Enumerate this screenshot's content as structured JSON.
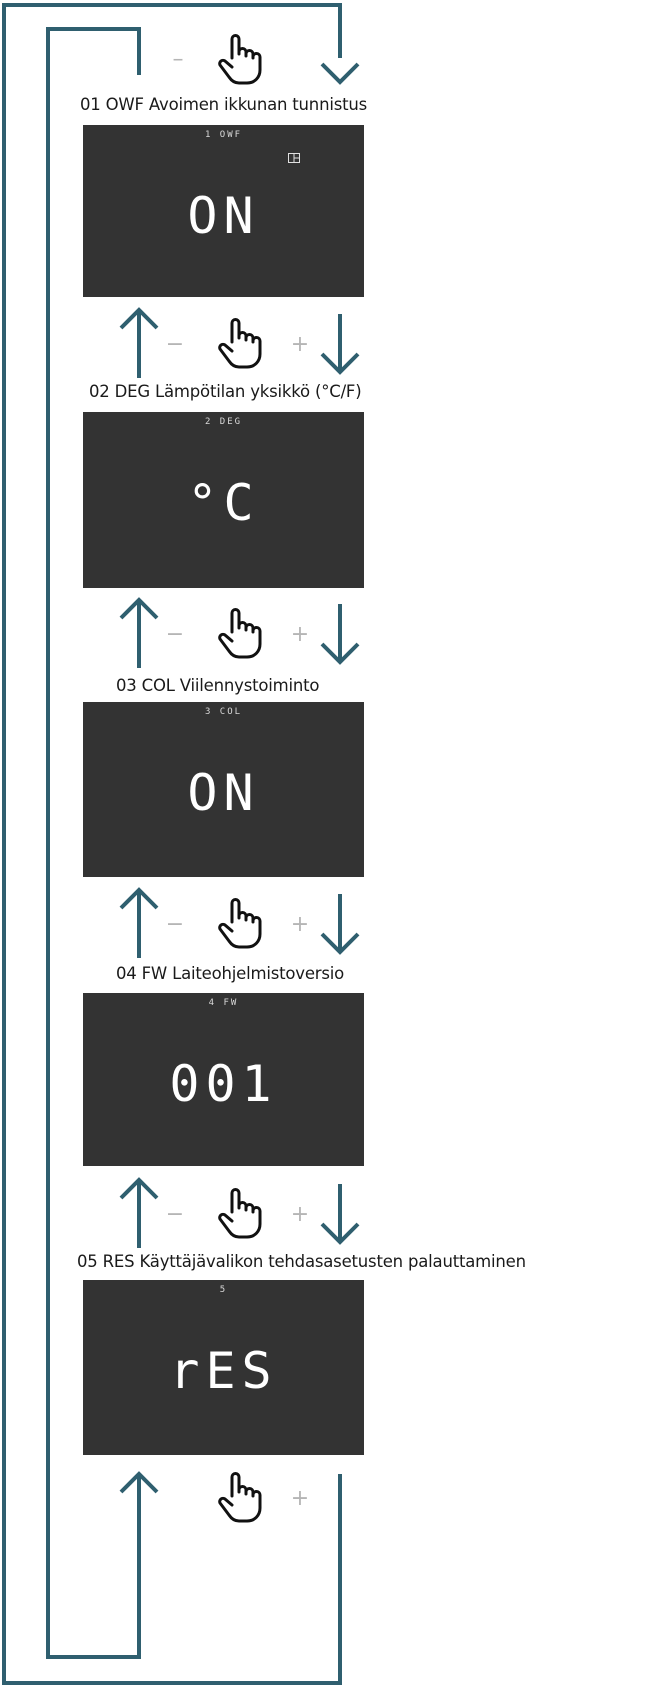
{
  "colors": {
    "flow": "#2f5f6f",
    "screen": "#333333",
    "segment": "#ffffff",
    "hint": "#b5b5b5"
  },
  "icons": {
    "press": "hand-pointer-icon",
    "window": "open-window-icon",
    "up": "up-arrow-icon",
    "down": "down-arrow-icon"
  },
  "controls": {
    "minus": "−",
    "plus": "+"
  },
  "steps": [
    {
      "caption": "01 OWF Avoimen ikkunan tunnistus",
      "menu_code": "1 OWF",
      "value": "ON"
    },
    {
      "caption": "02 DEG Lämpötilan yksikkö (°C/F)",
      "menu_code": "2 DEG",
      "value": "°C"
    },
    {
      "caption": "03 COL Viilennystoiminto",
      "menu_code": "3 COL",
      "value": "ON"
    },
    {
      "caption": "04 FW Laiteohjelmistoversio",
      "menu_code": "4 FW",
      "value": "001"
    },
    {
      "caption": "05 RES Käyttäjävalikon tehdasasetusten palauttaminen",
      "menu_code": "5",
      "value": "rES"
    }
  ]
}
